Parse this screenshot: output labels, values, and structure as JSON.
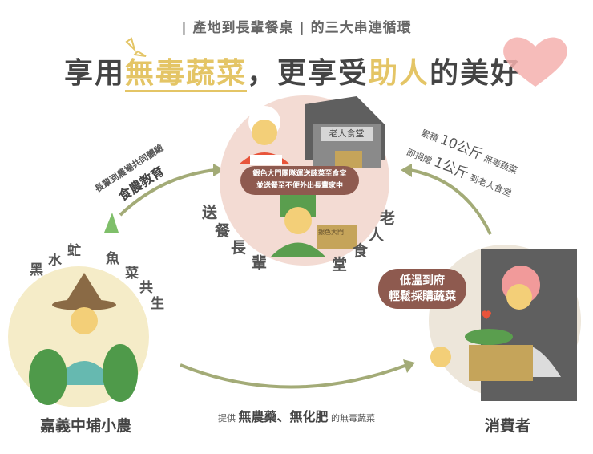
{
  "header": {
    "subtitle": "| 產地到長輩餐桌 | 的三大串連循環",
    "title_part1": "享用",
    "title_highlight1": "無毒蔬菜",
    "title_part2": "，更享受",
    "title_highlight2": "助人",
    "title_part3": "的美好"
  },
  "center": {
    "house_sign": "老人食堂",
    "box_label": "銀色大門",
    "bubble_line1": "銀色大門團隊運送蔬菜至食堂",
    "bubble_line2": "並送餐至不便外出長輩家中",
    "left_label": [
      "送",
      "餐",
      "長",
      "輩"
    ],
    "right_label": [
      "老",
      "人",
      "食",
      "堂"
    ]
  },
  "farmer": {
    "arc_label": [
      "黑",
      "水",
      "虻",
      "魚",
      "菜",
      "共",
      "生"
    ],
    "caption": "嘉義中埔小農"
  },
  "consumer": {
    "bubble_line1": "低溫到府",
    "bubble_line2": "輕鬆採購蔬菜",
    "caption": "消費者"
  },
  "arrows": {
    "left_small": "長輩到農場共同體驗",
    "left_big": "食農教育",
    "right_line1_a": "累積",
    "right_line1_b": "10公斤",
    "right_line1_c": "無毒蔬菜",
    "right_line2_a": "即捐贈",
    "right_line2_b": "1公斤",
    "right_line2_c": "到老人食堂",
    "bottom_a": "提供",
    "bottom_b": "無農藥、無化肥",
    "bottom_c": "的無毒蔬菜"
  },
  "colors": {
    "accent": "#e4c566",
    "arrow": "#a3ab77",
    "bubble": "#8e5a4f",
    "heart": "#f19a9a"
  }
}
